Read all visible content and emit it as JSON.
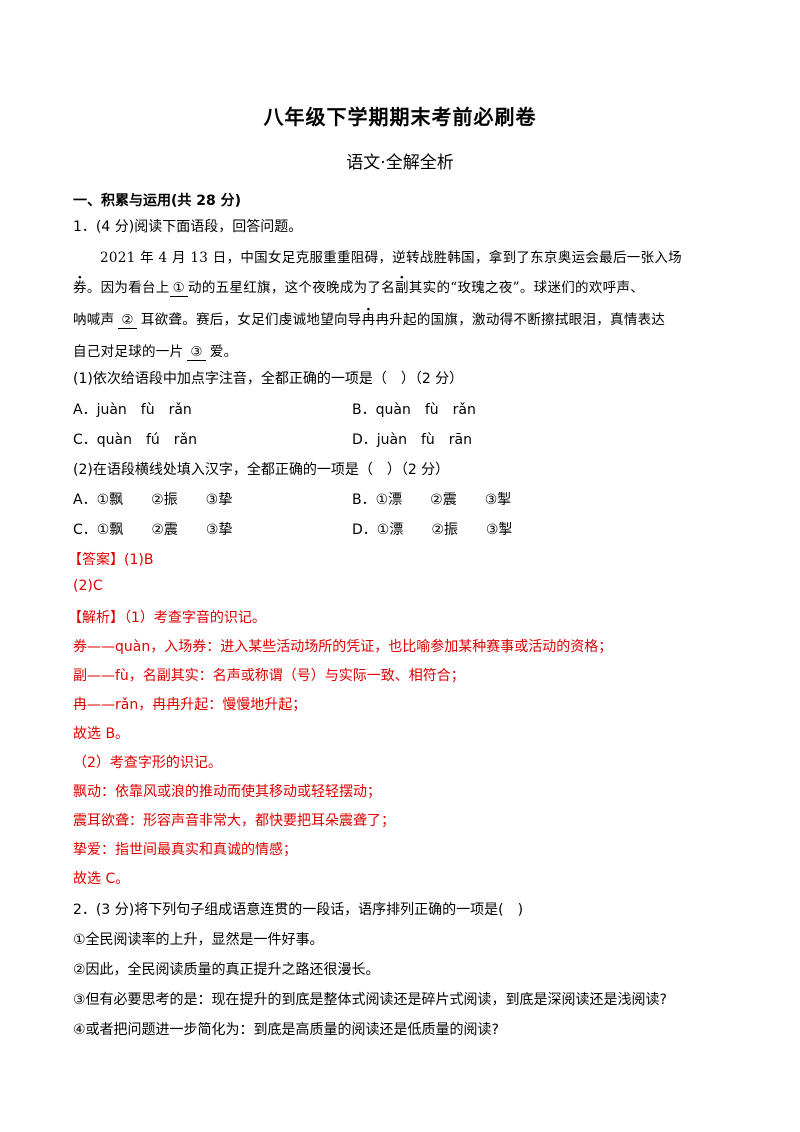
{
  "title": "八年级下学期期末考前必刷卷",
  "subtitle": "语文·全解全析",
  "section": "一、积累与运用(共 28 分)",
  "q1": {
    "stem": "1．(4 分)阅读下面语段，回答问题。",
    "p1_a": "2021 年 4 月 13 日，中国女足克服重重阻碍，逆转战胜韩国，拿到了东京奥运会最后一张入场",
    "p2_dot": "券",
    "p2_a": "。因为看台上",
    "p2_blank": "①",
    "p2_b": "动的五星红旗，这个夜晚成为了名",
    "p2_dot2": "副",
    "p2_c": "其实的“玫瑰之夜”。球迷们的欢呼声、",
    "p3_a": "呐喊声",
    "p3_blank": "②",
    "p3_b": "耳欲聋。赛后，女足们虔诚地望向导",
    "p3_dot": "冉",
    "p3_c": "冉升起的国旗，激动得不断擦拭眼泪，真情表达",
    "p4_a": "自己对足球的一片",
    "p4_blank": "③",
    "p4_b": "爱。",
    "sub1": "(1)依次给语段中加点字注音，全都正确的一项是（　）（2 分）",
    "sub1_opts": [
      "A．juàn　fù　rǎn",
      "B．quàn　fù　rǎn",
      "C．quàn　fú　rǎn",
      "D．juàn　fù　rān"
    ],
    "sub2": "(2)在语段横线处填入汉字，全都正确的一项是（　）（2 分）",
    "sub2_opts": [
      "A．①飘　　②振　　③挚",
      "B．①漂　　②震　　③掣",
      "C．①飘　　②震　　③挚",
      "D．①漂　　②振　　③掣"
    ],
    "answer1": "【答案】(1)B",
    "answer2": "(2)C",
    "analysis": [
      "【解析】（1）考查字音的识记。",
      "券——quàn，入场券：进入某些活动场所的凭证，也比喻参加某种赛事或活动的资格；",
      "副——fù，名副其实：名声或称谓（号）与实际一致、相符合；",
      "冉——rǎn，冉冉升起：慢慢地升起；",
      "故选 B。",
      "（2）考查字形的识记。",
      "飘动：依靠风或浪的推动而使其移动或轻轻摆动；",
      "震耳欲聋：形容声音非常大，都快要把耳朵震聋了；",
      "挚爱：指世间最真实和真诚的情感；",
      "故选 C。"
    ]
  },
  "q2": {
    "stem": "2．(3 分)将下列句子组成语意连贯的一段话，语序排列正确的一项是(　)",
    "items": [
      "①全民阅读率的上升，显然是一件好事。",
      "②因此，全民阅读质量的真正提升之路还很漫长。",
      "③但有必要思考的是：现在提升的到底是整体式阅读还是碎片式阅读，到底是深阅读还是浅阅读?",
      "④或者把问题进一步简化为：到底是高质量的阅读还是低质量的阅读?"
    ]
  }
}
